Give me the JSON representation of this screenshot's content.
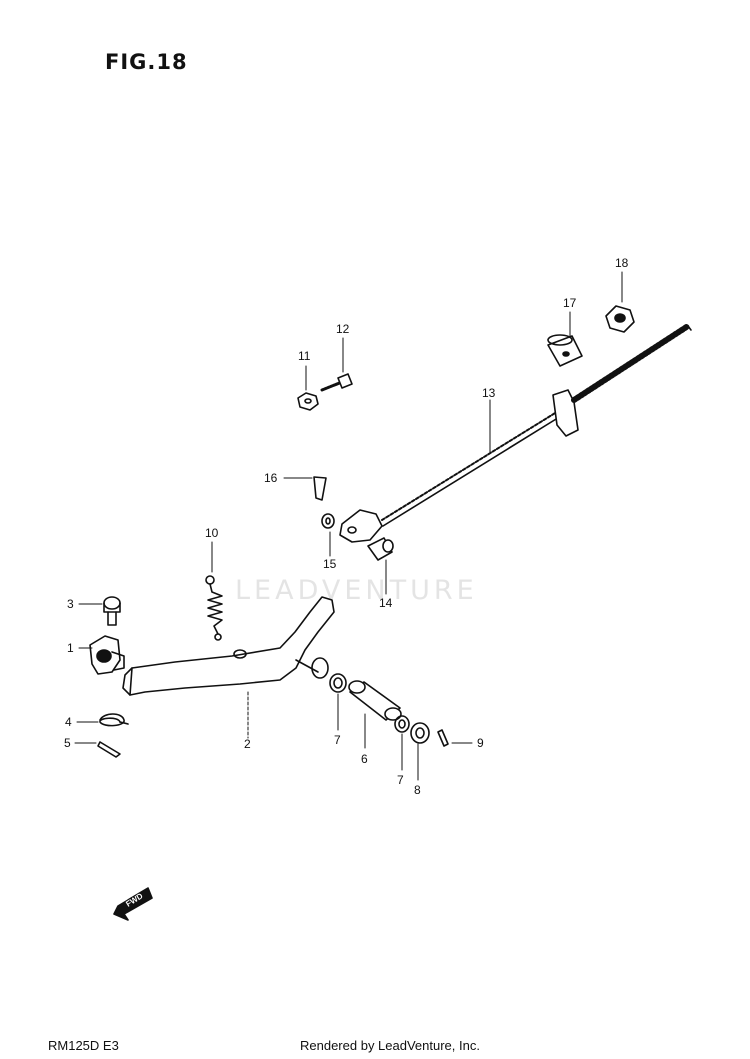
{
  "figure": {
    "title": "FIG.18",
    "model_code": "RM125D E3",
    "credit": "Rendered by LeadVenture, Inc.",
    "watermark": "LEADVENTURE"
  },
  "callouts": [
    "1",
    "2",
    "3",
    "4",
    "5",
    "6",
    "7",
    "7",
    "8",
    "9",
    "10",
    "11",
    "12",
    "13",
    "14",
    "15",
    "16",
    "17",
    "18"
  ],
  "direction_badge": "FWD",
  "colors": {
    "ink": "#111111",
    "watermark": "#cfcfcf",
    "background": "#ffffff"
  }
}
